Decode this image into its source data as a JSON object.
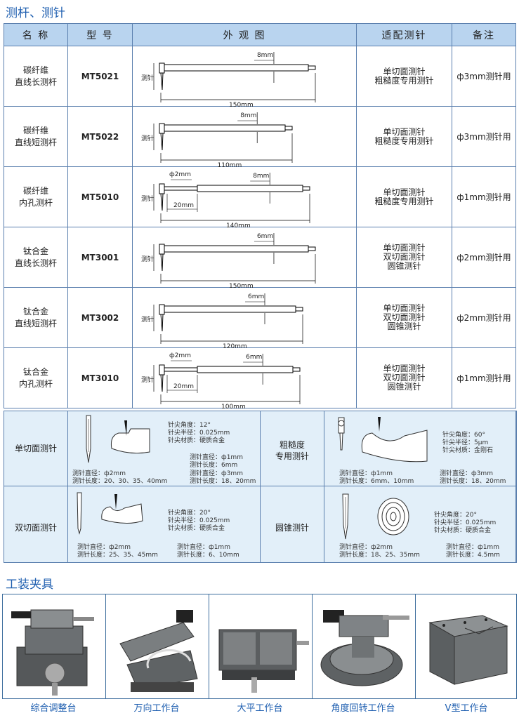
{
  "section1_title": "测杆、测针",
  "headers": {
    "name": "名 称",
    "model": "型 号",
    "appearance": "外 观 图",
    "probes": "适配测针",
    "remarks": "备注"
  },
  "rows": [
    {
      "name1": "碳纤维",
      "name2": "直线长测杆",
      "model": "MT5021",
      "probes": [
        "单切面测针",
        "粗糙度专用测针"
      ],
      "remark": "ф3mm测针用",
      "dims": {
        "dia": "8mm",
        "stylus": "测针",
        "length": "150mm"
      }
    },
    {
      "name1": "碳纤维",
      "name2": "直线短测杆",
      "model": "MT5022",
      "probes": [
        "单切面测针",
        "粗糙度专用测针"
      ],
      "remark": "ф3mm测针用",
      "dims": {
        "dia": "8mm",
        "stylus": "测针",
        "length": "110mm"
      }
    },
    {
      "name1": "碳纤维",
      "name2": "内孔测杆",
      "model": "MT5010",
      "probes": [
        "单切面测针",
        "粗糙度专用测针"
      ],
      "remark": "ф1mm测针用",
      "dims": {
        "dia": "8mm",
        "stylus": "测针",
        "length": "140mm",
        "small_dia": "ф2mm",
        "small_len": "20mm"
      }
    },
    {
      "name1": "钛合金",
      "name2": "直线长测杆",
      "model": "MT3001",
      "probes": [
        "单切面测针",
        "双切面测针",
        "圆锥测针"
      ],
      "remark": "ф2mm测针用",
      "dims": {
        "dia": "6mm",
        "stylus": "测针",
        "length": "150mm"
      }
    },
    {
      "name1": "钛合金",
      "name2": "直线短测杆",
      "model": "MT3002",
      "probes": [
        "单切面测针",
        "双切面测针",
        "圆锥测针"
      ],
      "remark": "ф2mm测针用",
      "dims": {
        "dia": "6mm",
        "stylus": "测针",
        "length": "120mm"
      }
    },
    {
      "name1": "钛合金",
      "name2": "内孔测杆",
      "model": "MT3010",
      "probes": [
        "单切面测针",
        "双切面测针",
        "圆锥测针"
      ],
      "remark": "ф1mm测针用",
      "dims": {
        "dia": "6mm",
        "stylus": "测针",
        "length": "100mm",
        "small_dia": "ф2mm",
        "small_len": "20mm"
      }
    }
  ],
  "probe_types": {
    "single": {
      "label": "单切面测针",
      "tip": [
        "针尖角度：12°",
        "针尖半径：0.025mm",
        "针尖材质：硬质合金"
      ],
      "spec_a": [
        "测针直径：ф2mm",
        "测针长度：20、30、35、40mm"
      ],
      "spec_b": [
        "测针直径：ф1mm",
        "测针长度：6mm",
        "测针直径：ф3mm",
        "测针长度：18、20mm"
      ]
    },
    "rough": {
      "label1": "粗糙度",
      "label2": "专用测针",
      "tip": [
        "针尖角度：60°",
        "针尖半径：5μm",
        "针尖材质：金刚石"
      ],
      "spec_a": [
        "测针直径：ф1mm",
        "测针长度：6mm、10mm"
      ],
      "spec_b": [
        "测针直径：ф3mm",
        "测针长度：18、20mm"
      ]
    },
    "double": {
      "label": "双切面测针",
      "tip": [
        "针尖角度：20°",
        "针尖半径：0.025mm",
        "针尖材质：硬质合金"
      ],
      "spec_a": [
        "测针直径：ф2mm",
        "测针长度：25、35、45mm"
      ],
      "spec_b": [
        "测针直径：ф1mm",
        "测针长度：6、10mm"
      ]
    },
    "cone": {
      "label": "圆锥测针",
      "tip": [
        "针尖角度：20°",
        "针尖半径：0.025mm",
        "针尖材质：硬质合金"
      ],
      "spec_a": [
        "测针直径：ф2mm",
        "测针长度：18、25、35mm"
      ],
      "spec_b": [
        "测针直径：ф1mm",
        "测针长度：4.5mm"
      ]
    }
  },
  "section2_title": "工装夹具",
  "fixtures": [
    "综合调整台",
    "万向工作台",
    "大平工作台",
    "角度回转工作台",
    "V型工作台"
  ]
}
